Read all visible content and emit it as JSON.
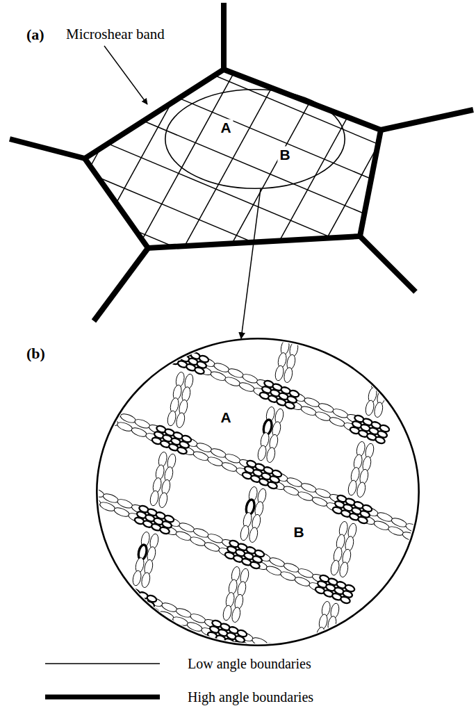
{
  "diagram": {
    "nodes": [
      {
        "text": [
          "A",
          "B"
        ]
      },
      {
        "text": [
          "A",
          "B"
        ]
      }
    ],
    "edges": [
      {
        "from": 0,
        "to": 1,
        "arrow": "to"
      }
    ],
    "labels": [
      "(a)",
      "Microshear band",
      "(b)"
    ],
    "legend": [
      {
        "text": "Low angle boundaries"
      },
      {
        "text": "High angle boundaries"
      }
    ]
  }
}
